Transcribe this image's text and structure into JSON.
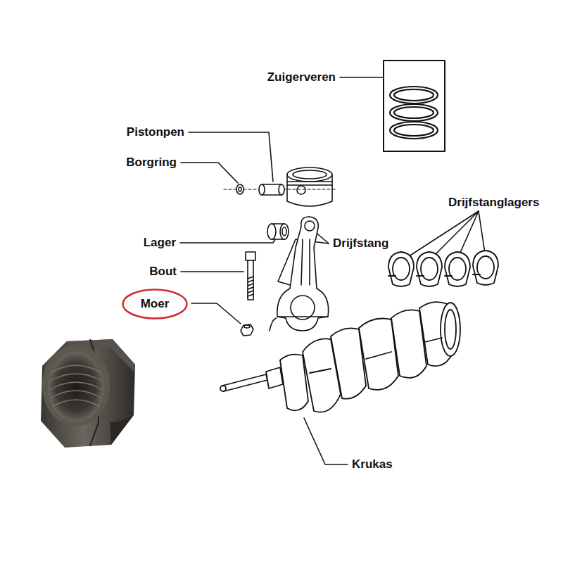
{
  "diagram": {
    "nodes": [
      {
        "text": [
          "Moer"
        ]
      }
    ],
    "labels": [
      "Zuigerveren",
      "Pistonpen",
      "Borgring",
      "Drijfstanglagers",
      "Lager",
      "Drijfstang",
      "Bout",
      "Krukas"
    ]
  }
}
